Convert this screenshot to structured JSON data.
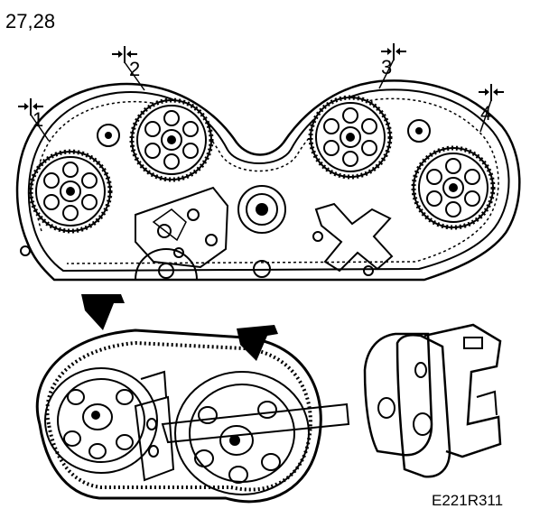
{
  "figure_ref": "27,28",
  "sprocket_labels": [
    "1",
    "2",
    "3",
    "4"
  ],
  "code": "E221R311",
  "colors": {
    "ink": "#000000",
    "paper": "#ffffff"
  }
}
